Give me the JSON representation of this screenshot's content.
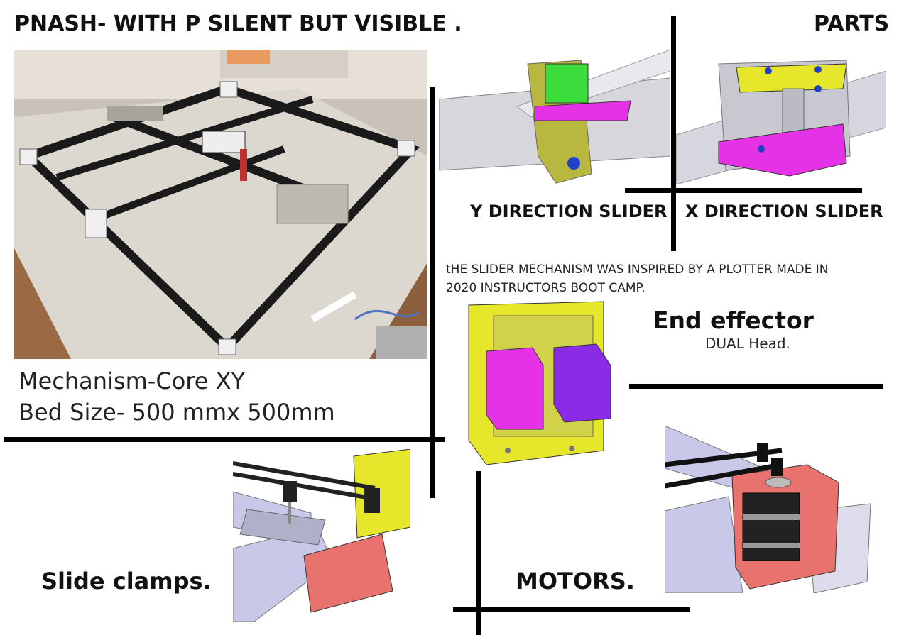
{
  "title": "PNASH- WITH P SILENT BUT VISIBLE .",
  "parts_label": "PARTS",
  "photo_caption": {
    "line1": "Mechanism-Core XY",
    "line2": "Bed Size- 500 mmx 500mm"
  },
  "y_slider_label": "Y DIRECTION SLIDER",
  "x_slider_label": "X DIRECTION SLIDER",
  "inspiration_note": {
    "line1": "tHE SLIDER MECHANISM WAS INSPIRED BY A PLOTTER MADE IN",
    "line2": "2020 INSTRUCTORS BOOT CAMP."
  },
  "end_effector": {
    "title": "End effector",
    "subtitle": "DUAL Head."
  },
  "slide_clamps_label": "Slide clamps.",
  "motors_label": "MOTORS.",
  "colors": {
    "yellow": "#e6e62a",
    "magenta": "#e632e6",
    "purple": "#8a2be6",
    "green": "#3cdc3c",
    "salmon": "#e8736e",
    "lavender": "#c8c8e8",
    "blue": "#2040c8"
  }
}
